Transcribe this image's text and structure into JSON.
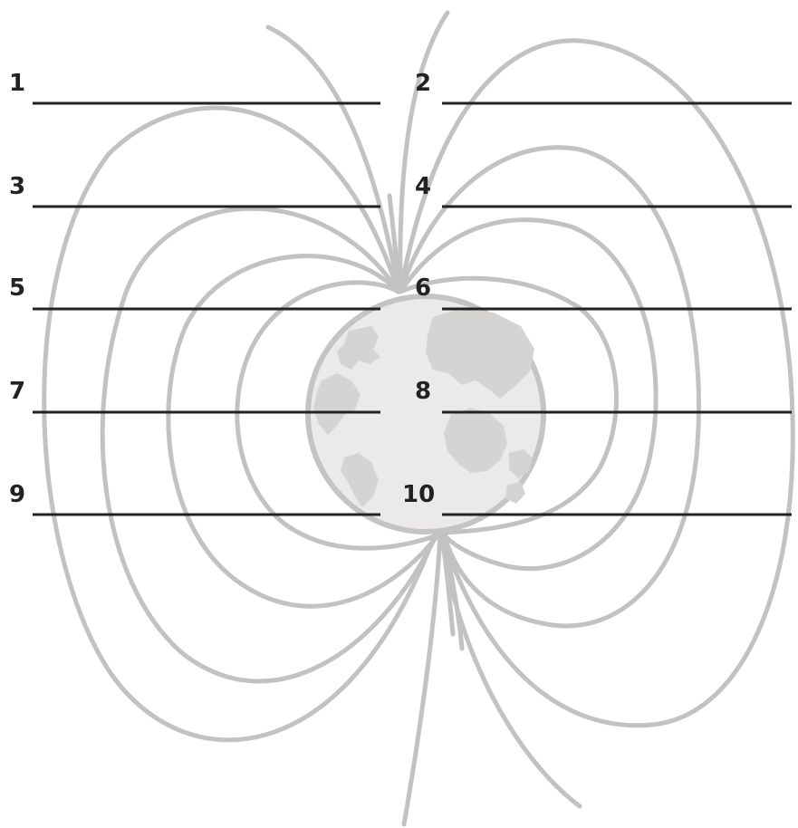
{
  "labels": [
    {
      "number": "1"
    },
    {
      "number": "2"
    },
    {
      "number": "3"
    },
    {
      "number": "4"
    },
    {
      "number": "5"
    },
    {
      "number": "6"
    },
    {
      "number": "7"
    },
    {
      "number": "8"
    },
    {
      "number": "9"
    },
    {
      "number": "10"
    }
  ],
  "colors": {
    "field_lines": "#c2c2c2",
    "earth_fill": "#ebe9e9",
    "earth_outline": "#c4c4c4",
    "continents": "#d6d3d3",
    "answer_lines": "#222222",
    "numbers": "#222222"
  }
}
